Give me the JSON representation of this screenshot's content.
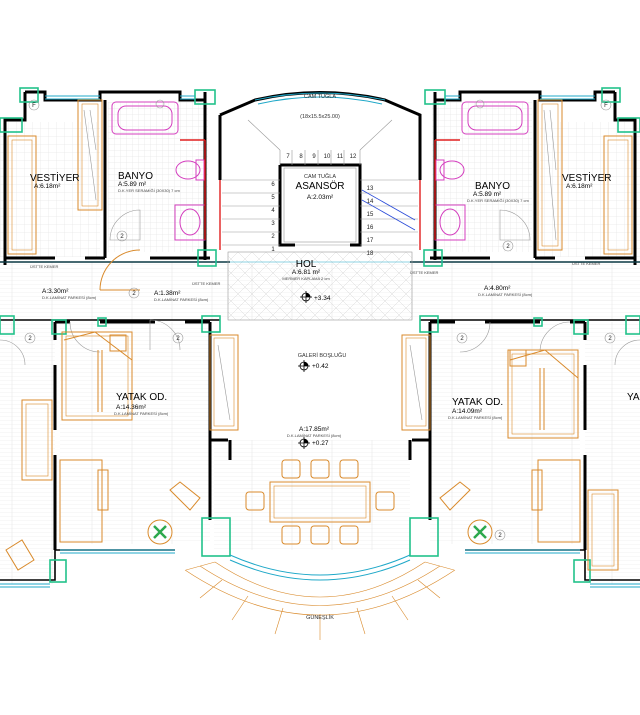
{
  "rooms": {
    "vestiyer_left": {
      "name": "VESTİYER",
      "area": "A:6.18m²"
    },
    "banyo_left": {
      "name": "BANYO",
      "area": "A:5.89 m²",
      "note": "D.K.YER SERAMİĞİ (30X30) 7 cm"
    },
    "cam_tugla_top": {
      "name": "CAM TUĞLA",
      "steps": "(18x15.5x25.00)"
    },
    "cam_tugla_elev": {
      "name": "CAM TUĞLA"
    },
    "asansor": {
      "name": "ASANSÖR",
      "area": "A:2.03m²"
    },
    "banyo_right": {
      "name": "BANYO",
      "area": "A:5.89 m²",
      "note": "D.K.YER SERAMİĞİ (30X30) 7 cm"
    },
    "vestiyer_right": {
      "name": "VESTİYER",
      "area": "A:6.18m²"
    },
    "hol": {
      "name": "HOL",
      "area": "A:6.81 m²",
      "note": "MERMER KAPLAMA 2 cm",
      "level": "+3.34"
    },
    "corridor_left_a": {
      "area": "A:3.30m²",
      "note": "D.K.LAMİNAT PARKESİ (8cm)"
    },
    "corridor_left_b": {
      "area": "A:1.38m²",
      "note": "D.K.LAMİNAT PARKESİ (8cm)"
    },
    "corridor_right": {
      "area": "A:4.80m²",
      "note": "D.K.LAMİNAT PARKESİ (8cm)"
    },
    "galeri": {
      "name": "GALERİ BOŞLUĞU",
      "level": "+0.42"
    },
    "yatak_left": {
      "name": "YATAK OD.",
      "area": "A:14.36m²",
      "note": "D.K.LAMİNAT PARKESİ (8cm)"
    },
    "yatak_right": {
      "name": "YATAK OD.",
      "area": "A:14.09m²",
      "note": "D.K.LAMİNAT PARKESİ (8cm)"
    },
    "yatak_far_right": {
      "name": "YA"
    },
    "salon": {
      "area": "A:17.85m²",
      "note": "D.K.LAMİNAT PARKESİ (8cm)",
      "level": "+0.27"
    },
    "guneslik": {
      "name": "GÜNEŞLİK"
    }
  },
  "beam_labels": [
    "ÜSTTE KEMER",
    "ÜSTTE KEMER",
    "ÜSTTE KEMER",
    "ÜSTTE KEMER"
  ],
  "stair_top_numbers": [
    "7",
    "8",
    "9",
    "10",
    "11",
    "12"
  ],
  "stair_left_numbers": [
    "6",
    "5",
    "4",
    "3",
    "2",
    "1"
  ],
  "stair_right_numbers": [
    "13",
    "14",
    "15",
    "16",
    "17",
    "18"
  ],
  "door_marks": [
    "F",
    "F",
    "2",
    "2",
    "2",
    "2",
    "2",
    "2",
    "2",
    "2"
  ],
  "colors": {
    "wall": "#000000",
    "column": "#22c28a",
    "window": "#1fa8c8",
    "furniture": "#d98a2b",
    "sanitary": "#d43fbf",
    "tile_grid": "#c4c4c4",
    "stair_rail": "#e01e1e"
  }
}
